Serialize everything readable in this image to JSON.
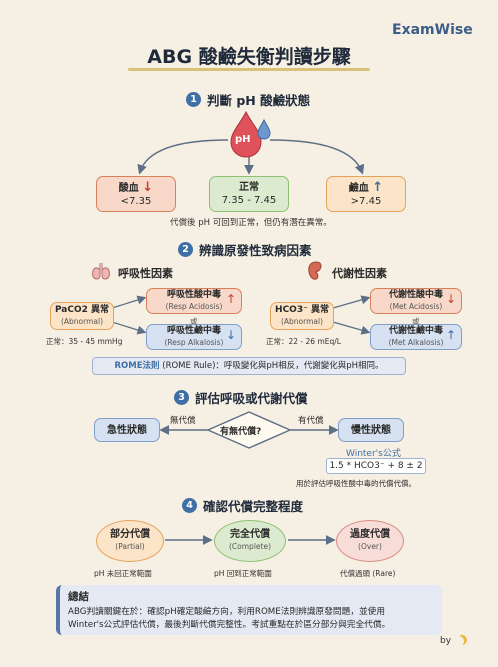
{
  "brand": "ExamWise",
  "title": "ABG 酸鹼失衡判讀步驟",
  "step1": {
    "num": "1",
    "title": "判斷 pH 酸鹼狀態",
    "drop_label": "pH",
    "acid": {
      "label": "酸血",
      "value": "<7.35",
      "arrow": "↓"
    },
    "normal": {
      "label": "正常",
      "value": "7.35 - 7.45"
    },
    "alk": {
      "label": "鹼血",
      "value": ">7.45",
      "arrow": "↑"
    },
    "note": "代償後 pH 可回到正常，但仍有潛在異常。"
  },
  "step2": {
    "num": "2",
    "title": "辨識原發性致病因素",
    "resp_title": "呼吸性因素",
    "meta_title": "代謝性因素",
    "paco2": {
      "label": "PaCO2 異常",
      "sub": "(Abnormal)",
      "range": "正常：35 - 45 mmHg"
    },
    "hco3": {
      "label": "HCO3⁻ 異常",
      "sub": "(Abnormal)",
      "range": "正常：22 - 26 mEq/L"
    },
    "ra": {
      "label": "呼吸性酸中毒",
      "sub": "(Resp Acidosis)",
      "arrow": "↑"
    },
    "ralk": {
      "label": "呼吸性鹼中毒",
      "sub": "(Resp Alkalosis)",
      "arrow": "↓"
    },
    "ma": {
      "label": "代謝性酸中毒",
      "sub": "(Met Acidosis)",
      "arrow": "↓"
    },
    "malk": {
      "label": "代謝性鹼中毒",
      "sub": "(Met Alkalosis)",
      "arrow": "↑"
    },
    "or": "或",
    "rome_strong": "ROME法則",
    "rome_rest": " (ROME Rule)：呼吸變化與pH相反，代謝變化與pH相同。"
  },
  "step3": {
    "num": "3",
    "title": "評估呼吸或代謝代償",
    "acute": "急性狀態",
    "chronic": "慢性狀態",
    "question": "有無代償?",
    "none": "無代償",
    "has": "有代償",
    "winter_title": "Winter's公式",
    "winter_formula": "1.5 * HCO3⁻ + 8 ± 2",
    "winter_note": "用於評估呼吸性酸中毒的代償代償。"
  },
  "step4": {
    "num": "4",
    "title": "確認代償完整程度",
    "partial": {
      "label": "部分代償",
      "sub": "(Partial)",
      "note": "pH 未回正常範圍"
    },
    "complete": {
      "label": "完全代償",
      "sub": "(Complete)",
      "note": "pH 回到正常範圍"
    },
    "over": {
      "label": "過度代償",
      "sub": "(Over)",
      "note": "代償過頭 (Rare)"
    }
  },
  "summary": {
    "heading": "總結",
    "line1": "ABG判讀關鍵在於：確認pH確定酸鹼方向，利用ROME法則辨識原發問題，並使用",
    "line2": "Winter's公式評估代償，最後判斷代償完整性。考試重點在於區分部分與完全代償。"
  },
  "signature": "by"
}
